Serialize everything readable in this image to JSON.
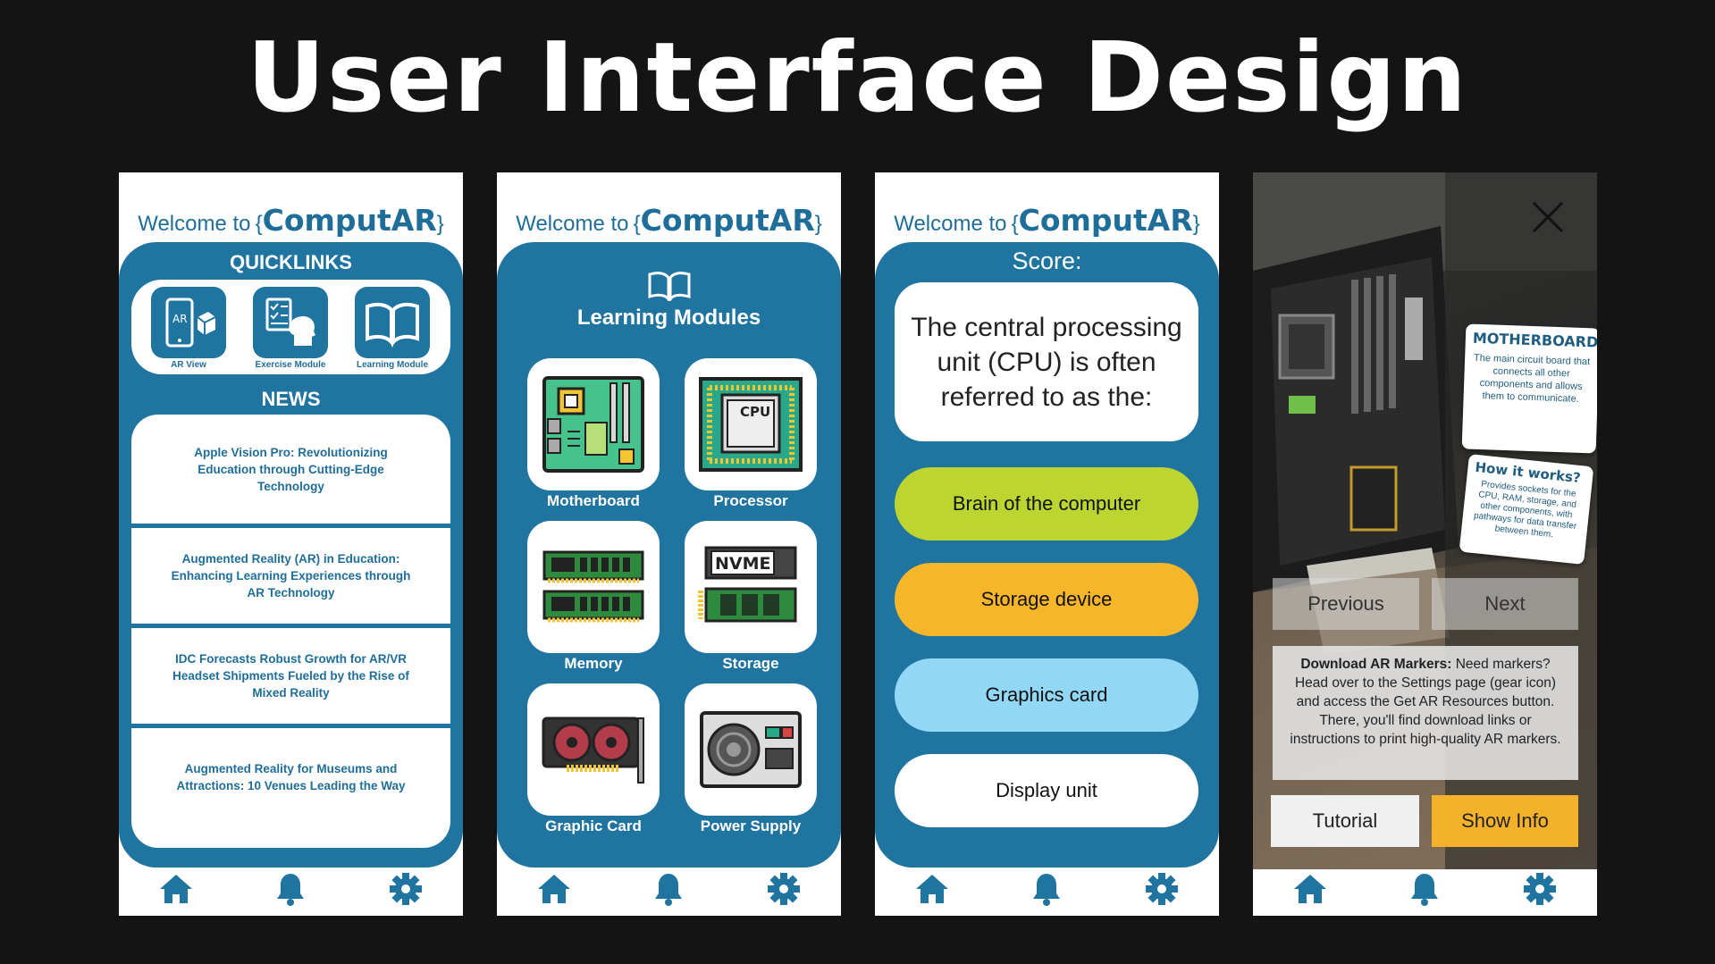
{
  "page_title": "User Interface Design",
  "brand": {
    "welcome": "Welcome to",
    "brace_open": "{",
    "name": "ComputAR",
    "brace_close": "}",
    "primary_color": "#2074a0"
  },
  "screen1": {
    "quicklinks_heading": "QUICKLINKS",
    "quicklinks": [
      {
        "label": "AR View",
        "icon": "ar-phone-icon"
      },
      {
        "label": "Exercise Module",
        "icon": "checklist-head-icon"
      },
      {
        "label": "Learning Module",
        "icon": "open-book-icon"
      }
    ],
    "news_heading": "NEWS",
    "news": [
      "Apple Vision Pro: Revolutionizing Education through Cutting-Edge Technology",
      "Augmented Reality (AR) in Education: Enhancing Learning Experiences through AR Technology",
      "IDC Forecasts Robust Growth for AR/VR Headset Shipments Fueled by the Rise of Mixed Reality",
      "Augmented Reality for Museums and Attractions: 10 Venues Leading the Way"
    ]
  },
  "screen2": {
    "heading": "Learning Modules",
    "modules": [
      {
        "label": "Motherboard",
        "icon": "motherboard-icon"
      },
      {
        "label": "Processor",
        "icon": "cpu-icon",
        "icon_text": "CPU"
      },
      {
        "label": "Memory",
        "icon": "ram-icon"
      },
      {
        "label": "Storage",
        "icon": "nvme-icon",
        "icon_text": "NVME"
      },
      {
        "label": "Graphic Card",
        "icon": "gpu-icon"
      },
      {
        "label": "Power Supply",
        "icon": "psu-icon"
      }
    ]
  },
  "screen3": {
    "score_label": "Score:",
    "question": "The central processing unit (CPU) is often referred to as the:",
    "answers": [
      {
        "label": "Brain of the computer",
        "color": "#bcd530"
      },
      {
        "label": "Storage device",
        "color": "#f7b52a"
      },
      {
        "label": "Graphics card",
        "color": "#92d7f5"
      },
      {
        "label": "Display unit",
        "color": "#ffffff"
      }
    ]
  },
  "screen4": {
    "info_title": "MOTHERBOARD",
    "info_text": "The main circuit board that connects all other components and allows them to communicate.",
    "how_title": "How it works?",
    "how_text": "Provides sockets for the CPU, RAM, storage, and other components, with pathways for data transfer between them.",
    "prev_label": "Previous",
    "next_label": "Next",
    "download_bold": "Download AR Markers:",
    "download_text": "Need markers? Head over to the Settings page (gear icon) and access the Get AR Resources button. There, you'll find download links or instructions to print high-quality AR markers.",
    "tutorial_label": "Tutorial",
    "showinfo_label": "Show Info",
    "showinfo_color": "#f4b22a"
  },
  "nav": {
    "icons": [
      "home-icon",
      "bell-icon",
      "gear-icon"
    ]
  }
}
